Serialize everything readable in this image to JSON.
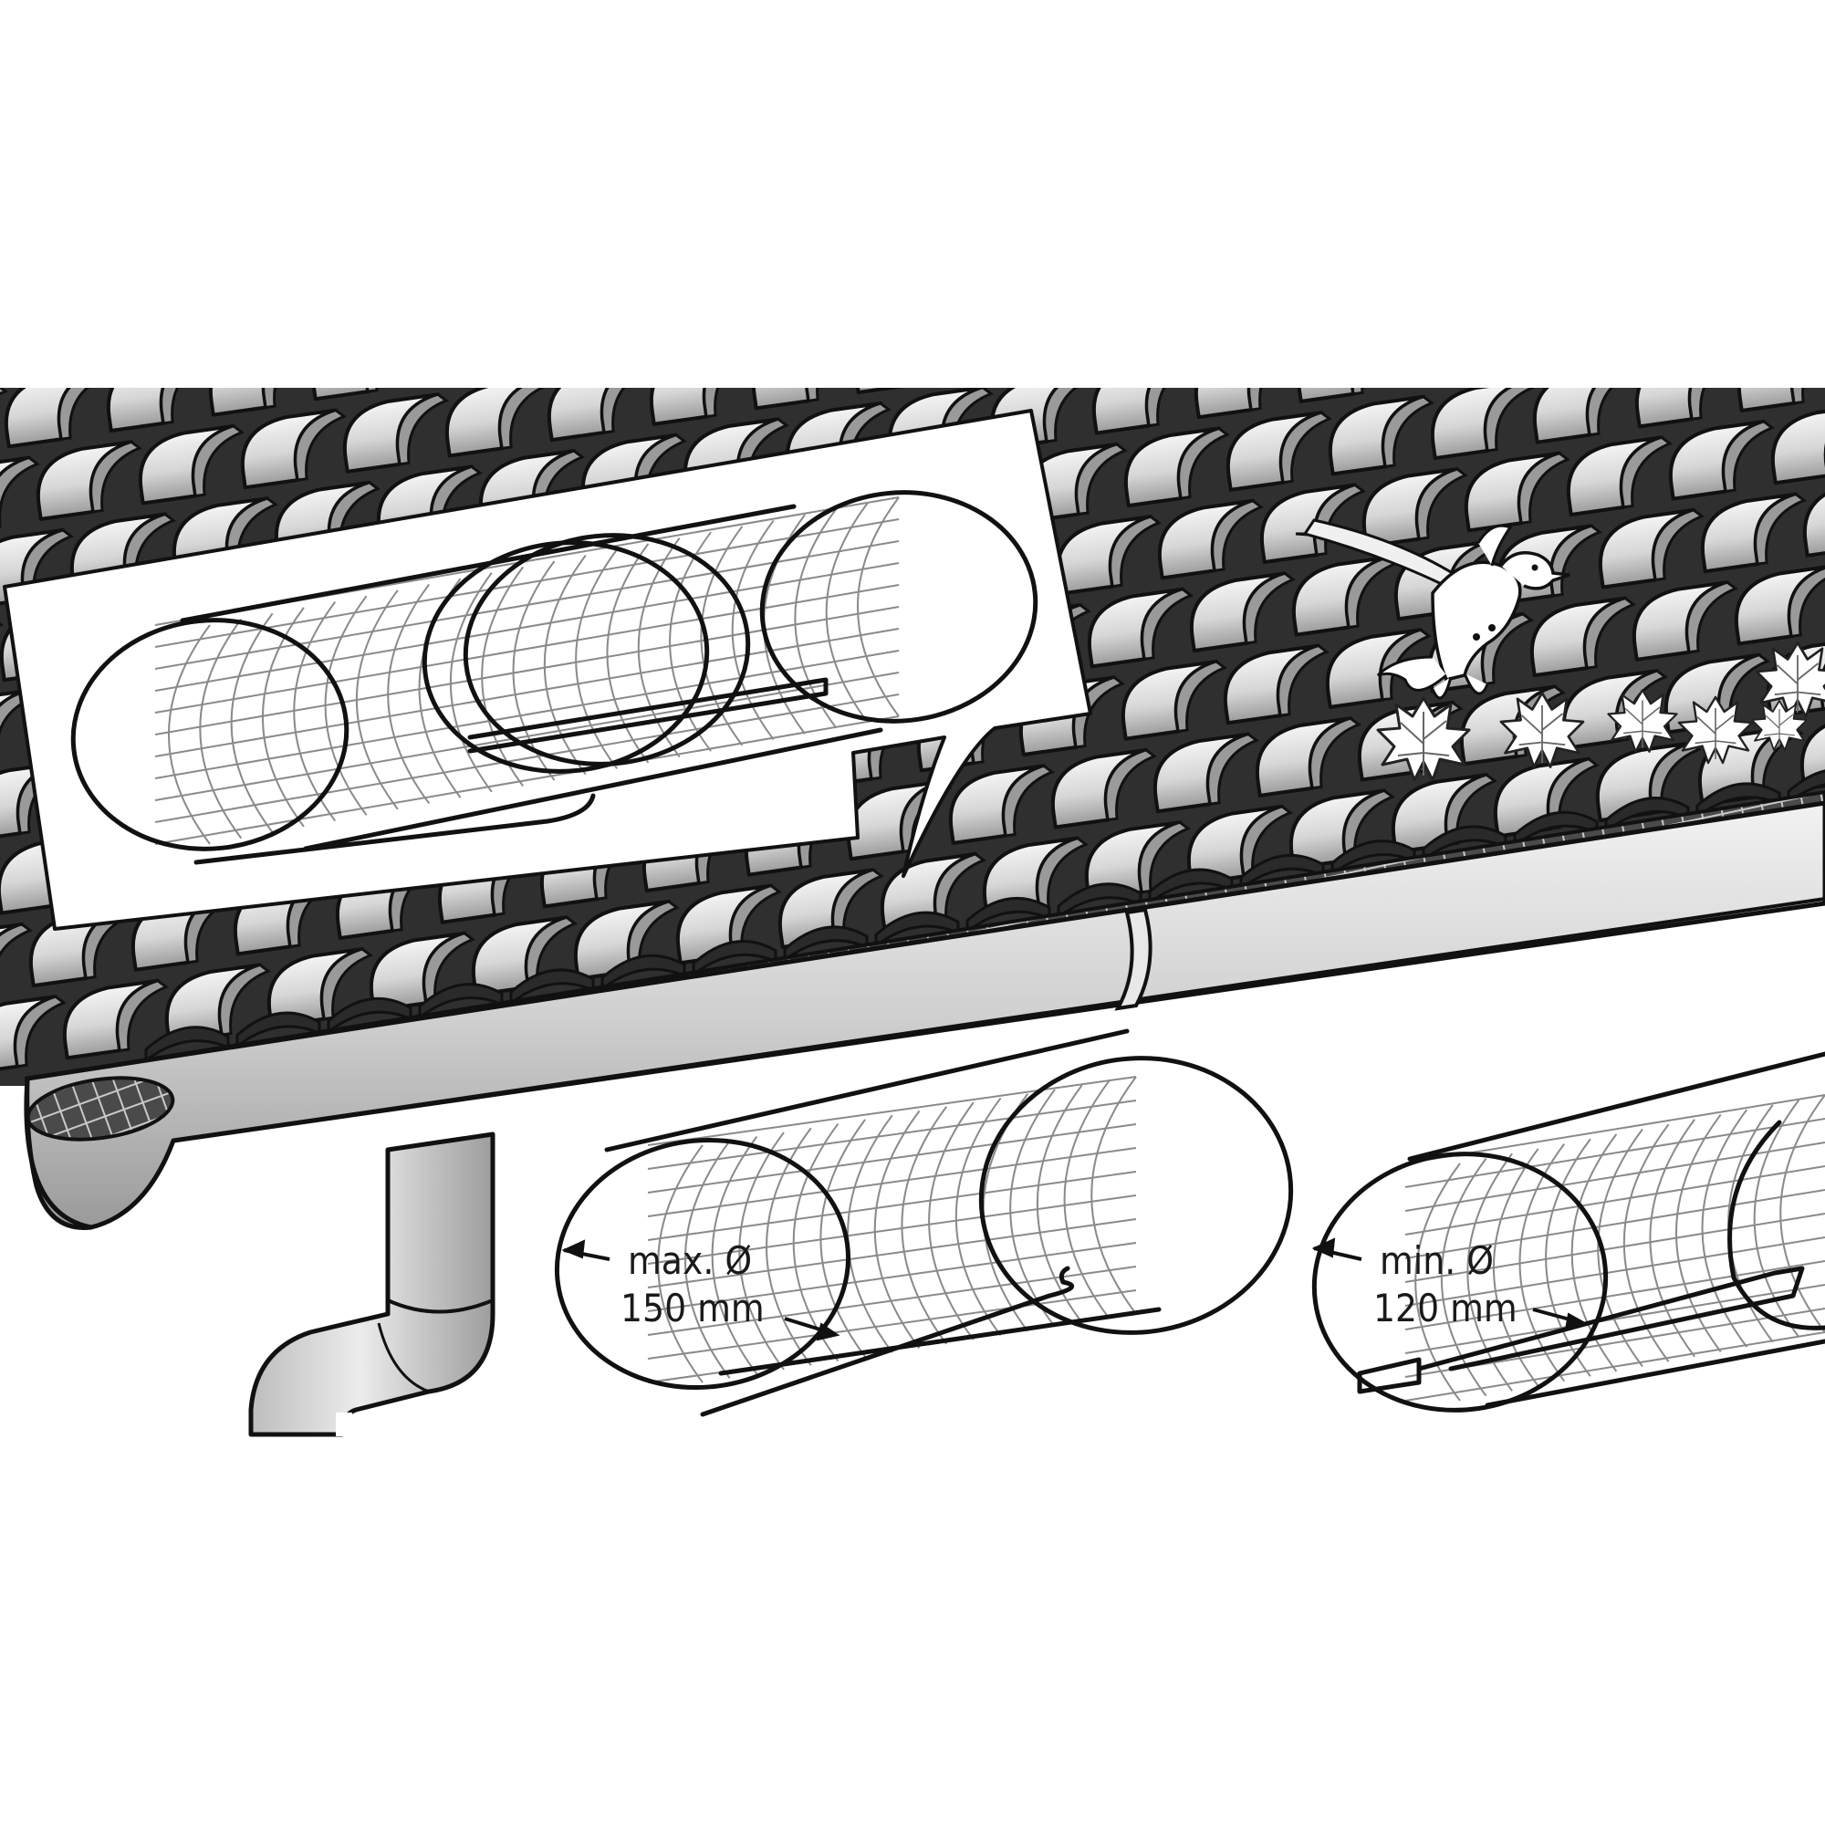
{
  "labels": {
    "max_text": "max. Ø",
    "max_value": "150 mm",
    "min_text": "min. Ø",
    "min_value": "120 mm"
  },
  "colors": {
    "ink": "#111111",
    "tile_light": "#e9e9e9",
    "tile_shadow": "#a8a8a8",
    "gap_dark": "#3a3a3a",
    "gutter_metal": "#d9d9d9",
    "mesh_line": "#8a8a8a"
  },
  "icons": [
    "bird-icon",
    "leaf-icon"
  ]
}
